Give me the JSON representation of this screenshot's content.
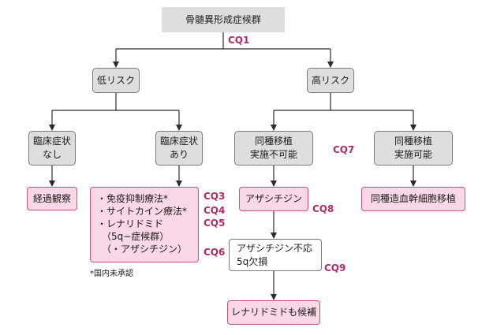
{
  "title": "骨髄異形成症候群",
  "nodes": {
    "low_risk": "低リスク",
    "high_risk": "高リスク",
    "sym_none": [
      "臨床症状",
      "なし"
    ],
    "sym_present": [
      "臨床症状",
      "あり"
    ],
    "transplant_no": [
      "同種移植",
      "実施不可能"
    ],
    "transplant_yes": [
      "同種移植",
      "実施可能"
    ],
    "observation": "経過観察",
    "treatments": [
      "・免疫抑制療法*",
      "・サイトカイン療法*",
      "・レナリドミド",
      "（5q−症候群）",
      "（・アザシチジン）"
    ],
    "azacitidine": "アザシチジン",
    "aza_refractory": [
      "アザシチジン不応",
      "5q欠損"
    ],
    "lenalidomide_candidate": "レナリドミドも候補",
    "hsct": "同種造血幹細胞移植"
  },
  "cq_labels": {
    "cq1": "CQ1",
    "cq3": "CQ3",
    "cq4": "CQ4",
    "cq5": "CQ5",
    "cq6": "CQ6",
    "cq7": "CQ7",
    "cq8": "CQ8",
    "cq9": "CQ9"
  },
  "footnote": "*国内未承認",
  "colors": {
    "line": "#2a2a2a",
    "gray_fill": "#dedede",
    "pink_fill": "#f8d8e6",
    "pink_border": "#c9527f",
    "cq_text": "#b5296b"
  }
}
